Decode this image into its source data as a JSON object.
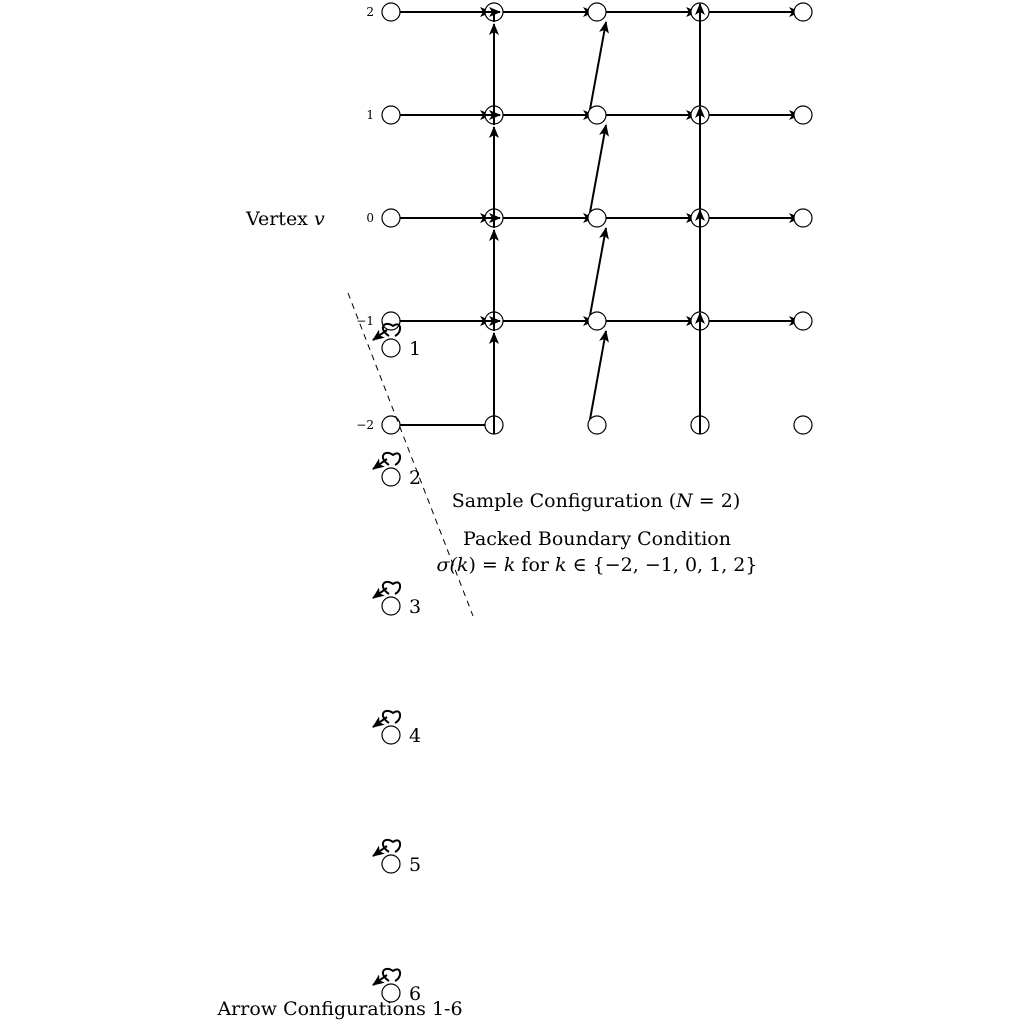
{
  "diagram": {
    "row_labels": [
      "2",
      "1",
      "0",
      "−1",
      "−2"
    ],
    "vertex_label": {
      "text": "Vertex ",
      "var": "v"
    },
    "sample_config": {
      "text": "Sample Configuration (",
      "var": "N",
      "rest": " = 2)"
    },
    "boundary_title": "Packed Boundary Condition",
    "boundary_formula": {
      "s1": "σ(",
      "k1": "k",
      "s2": ") = ",
      "k2": "k",
      "s3": " for ",
      "k3": "k",
      "s4": " ∈ {−2, −1, 0, 1, 2}"
    },
    "arrow_configs": [
      "1",
      "2",
      "3",
      "4",
      "5",
      "6"
    ],
    "arrow_configs_title": "Arrow Configurations 1-6"
  }
}
